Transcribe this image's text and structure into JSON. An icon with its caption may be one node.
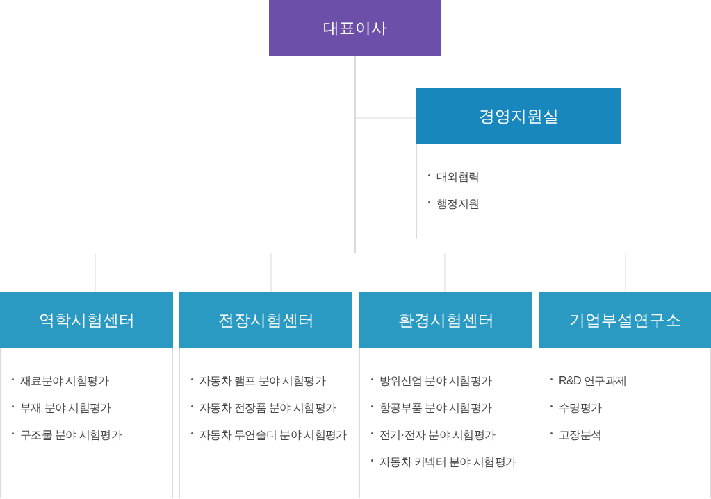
{
  "diagram": {
    "nodes": [
      {
        "text": [
          "대표이사"
        ]
      },
      {
        "text": [
          "경영지원실",
          "대외협력",
          "행정지원"
        ]
      },
      {
        "text": [
          "역학시험센터",
          "재료분야 시험평가",
          "부재 분야 시험평가",
          "구조물 분야 시험평가"
        ]
      },
      {
        "text": [
          "전장시험센터",
          "자동차 램프 분야 시험평가",
          "자동차 전장품 분야 시험평가",
          "자동차 무연솔더 분야 시험평가"
        ]
      },
      {
        "text": [
          "환경시험센터",
          "방위산업 분야 시험평가",
          "항공부품 분야 시험평가",
          "전기·전자 분야 시험평가",
          "자동차 커넥터 분야 시험평가"
        ]
      },
      {
        "text": [
          "기업부설연구소",
          "R&D 연구과제",
          "수명평가",
          "고장분석"
        ]
      }
    ],
    "edges": [
      {
        "from": 0,
        "to": 1,
        "arrow": "none"
      },
      {
        "from": 0,
        "to": 2,
        "arrow": "none"
      },
      {
        "from": 0,
        "to": 3,
        "arrow": "none"
      },
      {
        "from": 0,
        "to": 4,
        "arrow": "none"
      },
      {
        "from": 0,
        "to": 5,
        "arrow": "none"
      }
    ]
  }
}
